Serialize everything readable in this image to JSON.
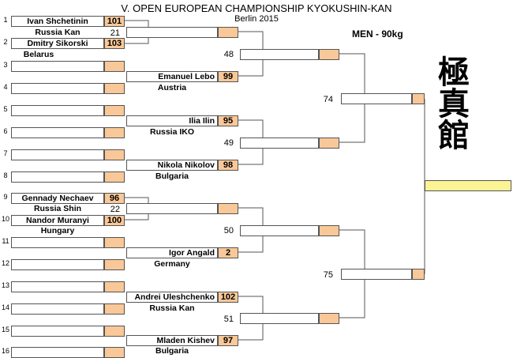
{
  "header": {
    "title": "V. OPEN EUROPEAN CHAMPIONSHIP KYOKUSHIN-KAN",
    "subtitle": "Berlin 2015",
    "category": "MEN - 90kg"
  },
  "logo": {
    "kanji": "極真館"
  },
  "round1": [
    {
      "pos1": "1",
      "pos2": "2",
      "topName": "Ivan Shchetinin",
      "topSeed": "101",
      "topClub": "Russia Kan",
      "fight": "21",
      "botName": "Dmitry Sikorski",
      "botSeed": "103",
      "botClub": "Belarus"
    },
    {
      "pos1": "9",
      "pos2": "10",
      "topName": "Gennady Nechaev",
      "topSeed": "96",
      "topClub": "Russia Shin",
      "fight": "22",
      "botName": "Nandor Muranyi",
      "botSeed": "100",
      "botClub": "Hungary"
    }
  ],
  "round2": [
    {
      "pos": "3",
      "fight": "48",
      "name": "",
      "seed": ""
    },
    {
      "pos": "4",
      "name": "Emanuel Lebo",
      "seed": "99",
      "club": "Austria"
    },
    {
      "pos": "6",
      "fight": "49",
      "name": "Ilia Ilin",
      "seed": "95",
      "club": "Russia IKO"
    },
    {
      "pos": "8",
      "name": "Nikola Nikolov",
      "seed": "98",
      "club": "Bulgaria"
    },
    {
      "pos": "11",
      "fight": "50",
      "name": "",
      "seed": ""
    },
    {
      "pos": "12",
      "name": "Igor Angald",
      "seed": "2",
      "club": "Germany"
    },
    {
      "pos": "14",
      "fight": "51",
      "name": "Andrei Uleshchenko",
      "seed": "102",
      "club": "Russia Kan"
    },
    {
      "pos": "16",
      "name": "Mladen Kishev",
      "seed": "97",
      "club": "Bulgaria"
    }
  ],
  "positions": {
    "p5": "5",
    "p7": "7",
    "p13": "13",
    "p15": "15"
  },
  "round3": {
    "fightTop": "74",
    "fightBottom": "75"
  }
}
